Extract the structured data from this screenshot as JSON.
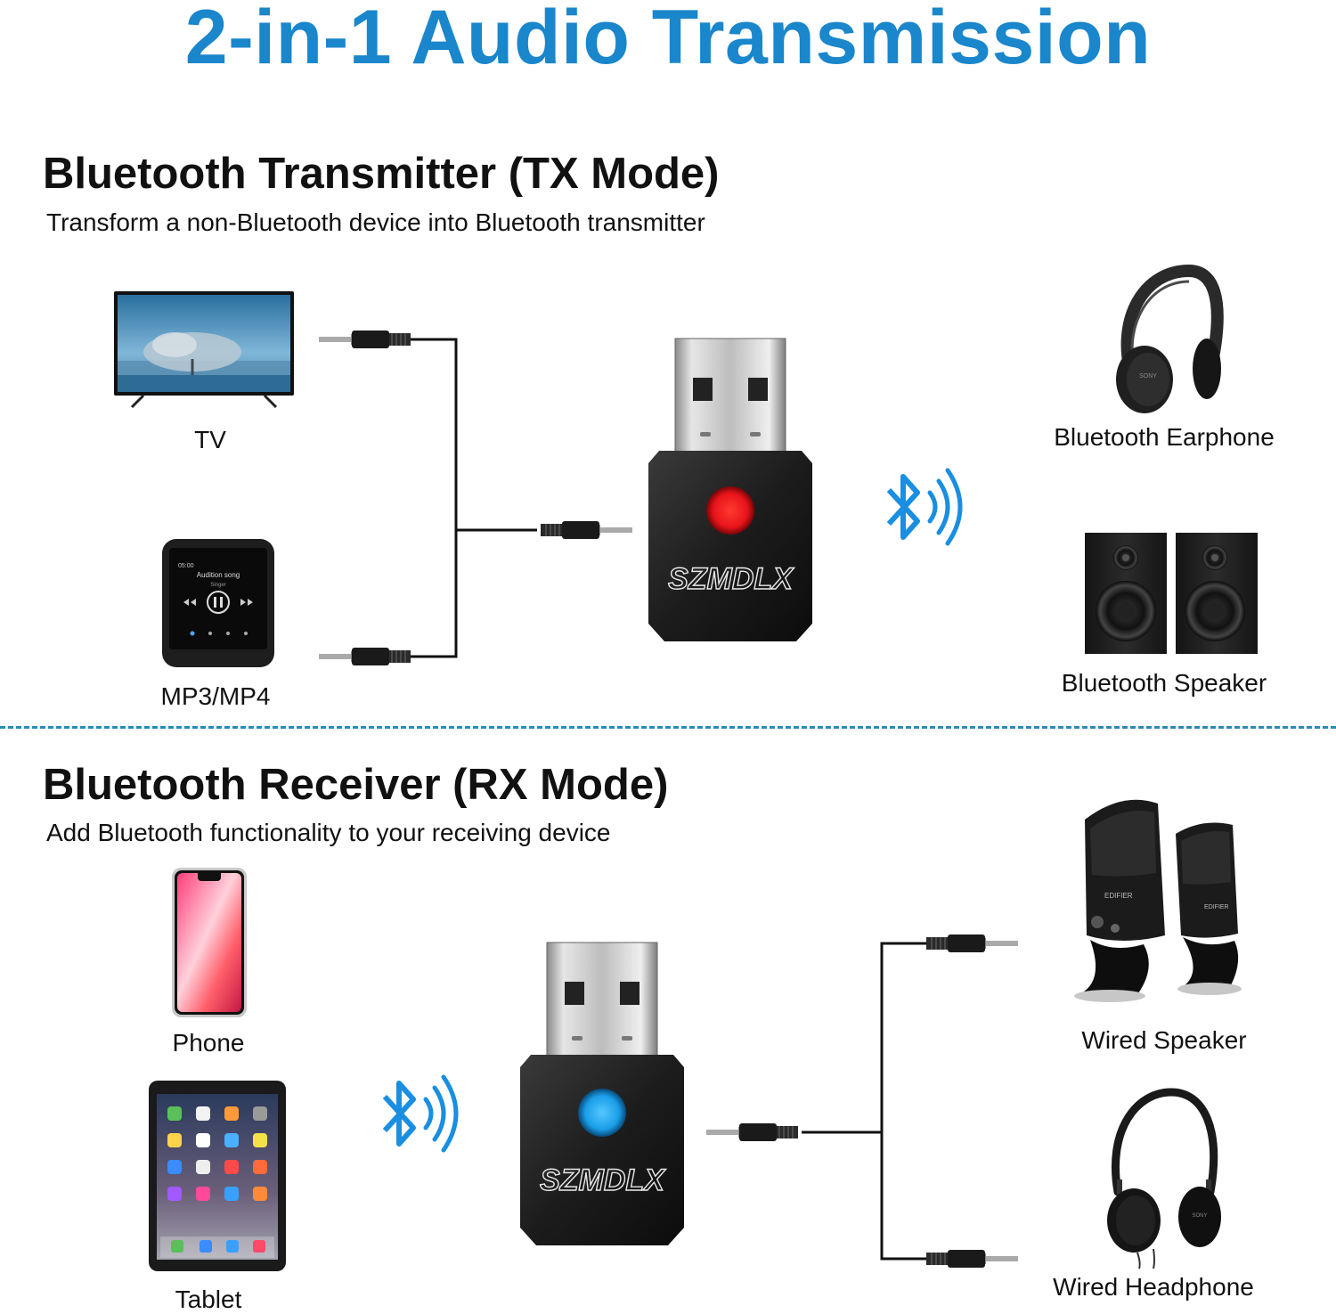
{
  "main_title": "2-in-1 Audio Transmission",
  "brand": "SZMDLX",
  "tx": {
    "title": "Bluetooth Transmitter (TX Mode)",
    "subtitle": "Transform a non-Bluetooth device into Bluetooth transmitter",
    "sources": [
      "TV",
      "MP3/MP4"
    ],
    "outputs": [
      "Bluetooth Earphone",
      "Bluetooth Speaker"
    ],
    "led_color": "#e8141a"
  },
  "rx": {
    "title": "Bluetooth Receiver (RX Mode)",
    "subtitle": "Add Bluetooth functionality to your receiving device",
    "sources": [
      "Phone",
      "Tablet"
    ],
    "outputs": [
      "Wired Speaker",
      "Wired Headphone"
    ],
    "led_color": "#1a9ee8"
  },
  "mp3_screen": {
    "time": "05:00",
    "song": "Audition song",
    "artist": "Singer"
  },
  "colors": {
    "accent": "#1a86cb",
    "bluetooth": "#1a8ee0",
    "divider": "#2b8ab8"
  },
  "icons": [
    "bluetooth-icon",
    "usb-dongle-icon",
    "audio-cable-icon",
    "tv-icon",
    "mp3-player-icon",
    "phone-icon",
    "tablet-icon",
    "headphone-icon",
    "speaker-icon"
  ]
}
